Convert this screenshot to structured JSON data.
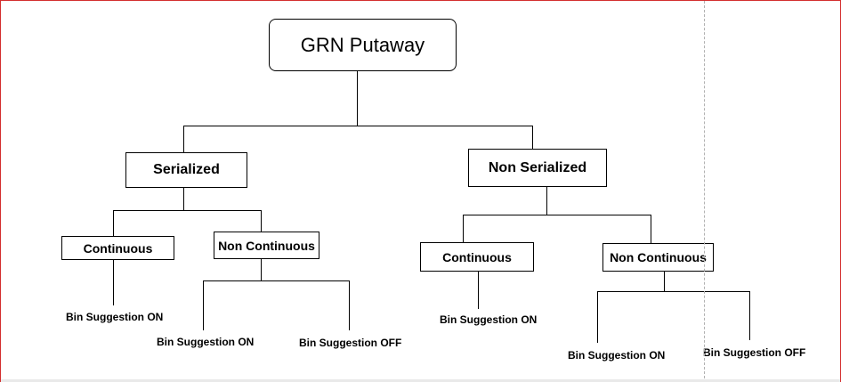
{
  "diagram": {
    "root": {
      "label": "GRN Putaway"
    },
    "serialized": {
      "label": "Serialized",
      "continuous": {
        "label": "Continuous",
        "leaf": "Bin Suggestion ON"
      },
      "non_continuous": {
        "label": "Non Continuous",
        "leaves": [
          "Bin Suggestion ON",
          "Bin Suggestion OFF"
        ]
      }
    },
    "non_serialized": {
      "label": "Non Serialized",
      "continuous": {
        "label": "Continuous",
        "leaf": "Bin Suggestion ON"
      },
      "non_continuous": {
        "label": "Non Continuous",
        "leaves": [
          "Bin Suggestion ON",
          "Bin Suggestion OFF"
        ]
      }
    }
  },
  "colors": {
    "frame_border": "#d32f2f",
    "line": "#000000",
    "guide": "#b0b0b0"
  }
}
